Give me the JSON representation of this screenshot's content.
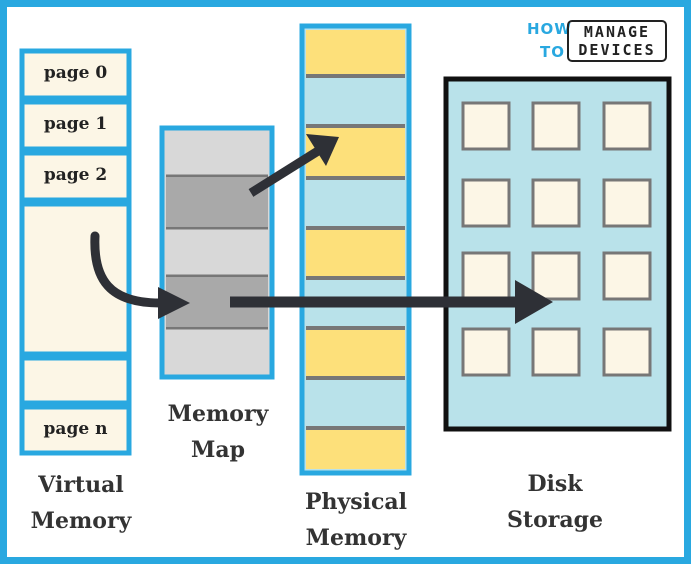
{
  "logo": {
    "how": "HOW",
    "to": "TO",
    "manage": "MANAGE",
    "devices": "DEVICES"
  },
  "virtual_memory": {
    "caption_line1": "Virtual",
    "caption_line2": "Memory",
    "pages": [
      "page 0",
      "page 1",
      "page 2",
      "page n"
    ]
  },
  "memory_map": {
    "caption_line1": "Memory",
    "caption_line2": "Map"
  },
  "physical_memory": {
    "caption_line1": "Physical",
    "caption_line2": "Memory"
  },
  "disk_storage": {
    "caption_line1": "Disk",
    "caption_line2": "Storage"
  },
  "colors": {
    "frame": "#29a8e0",
    "page_fill": "#fcf6e6",
    "map_light": "#d8d8d8",
    "map_dark": "#a9a9a9",
    "physical_yellow": "#fde07a",
    "physical_blue": "#b9e2ea",
    "disk_fill": "#b9e2ea",
    "arrow": "#2e3036"
  }
}
